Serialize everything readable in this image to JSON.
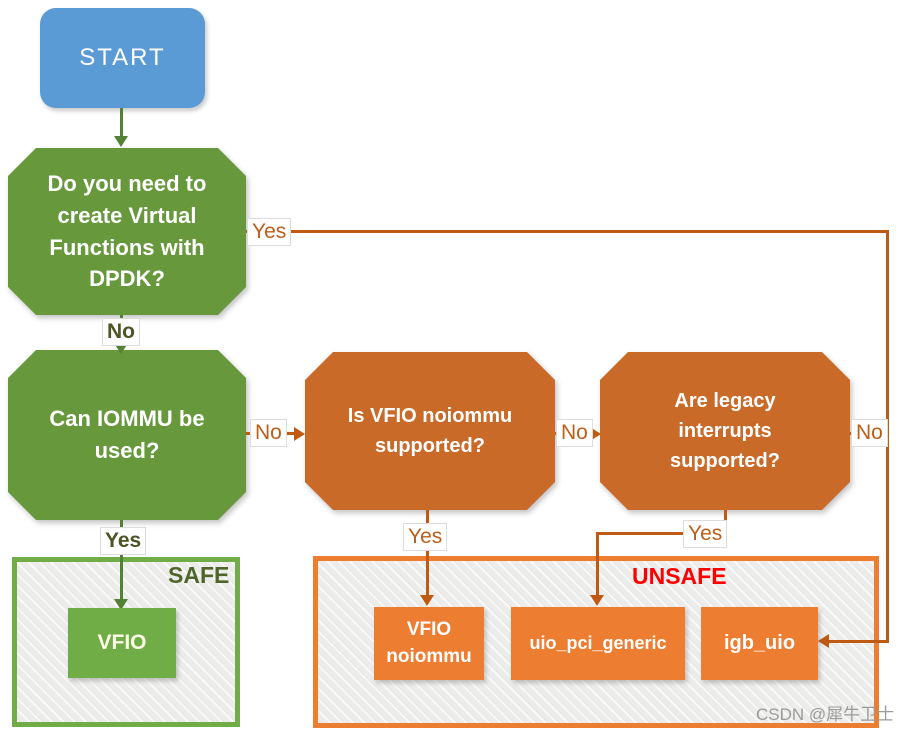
{
  "colors": {
    "start_blue": "#5B9BD5",
    "question_green": "#67993C",
    "question_orange": "#C96A29",
    "result_orange": "#ED7D31",
    "result_green": "#70AD47",
    "connector_orange": "#C05A13",
    "connector_green": "#538135",
    "safe_label_green": "#50652A",
    "unsafe_label_red": "#FF0000"
  },
  "nodes": {
    "start": "START",
    "question_vf": "Do you need to create Virtual Functions with DPDK?",
    "question_iommu": "Can IOMMU be used?",
    "question_noiommu": "Is VFIO noiommu supported?",
    "question_legacy": "Are legacy interrupts supported?",
    "vfio": "VFIO",
    "vfio_noiommu": "VFIO noiommu",
    "uio_pci_generic": "uio_pci_generic",
    "igb_uio": "igb_uio"
  },
  "groups": {
    "safe": "SAFE",
    "unsafe": "UNSAFE"
  },
  "edges": {
    "vf_yes": "Yes",
    "vf_no": "No",
    "iommu_no": "No",
    "iommu_yes": "Yes",
    "noiommu_no": "No",
    "noiommu_yes": "Yes",
    "legacy_no": "No",
    "legacy_yes": "Yes"
  },
  "watermark": "CSDN @犀牛卫士"
}
